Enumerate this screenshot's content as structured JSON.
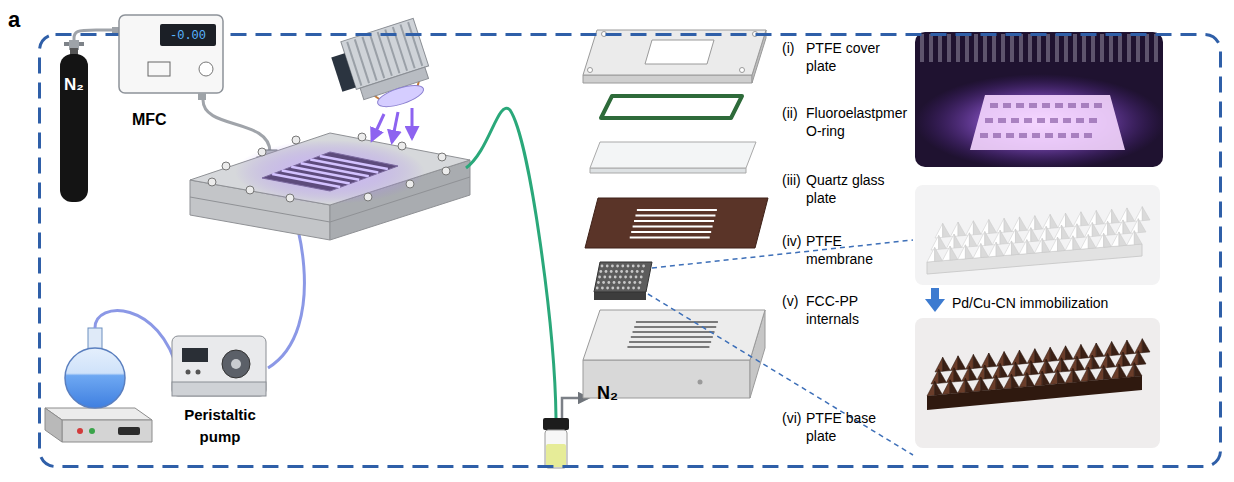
{
  "diagram": {
    "nodes": [
      {
        "text": [
          "a"
        ]
      },
      {
        "text": [
          "N₂"
        ],
        "in": 0
      },
      {
        "text": [
          "-0.00",
          "MFC"
        ],
        "in": 0
      },
      {
        "text": [
          "Peristaltic pump"
        ],
        "in": 0
      }
    ],
    "edges": [
      {
        "from": 1,
        "to": 2,
        "arrow": "none"
      }
    ],
    "labels": [
      "(i)",
      "PTFE cover plate",
      "(ii)",
      "Fluoroelastpmer O-ring",
      "(iii)",
      "Quartz glass plate",
      "(iv)",
      "PTFE membrane",
      "(v)",
      "FCC-PP internals",
      "(vi)",
      "PTFE base plate",
      "Pd/Cu-CN immobilization",
      "N₂"
    ]
  }
}
